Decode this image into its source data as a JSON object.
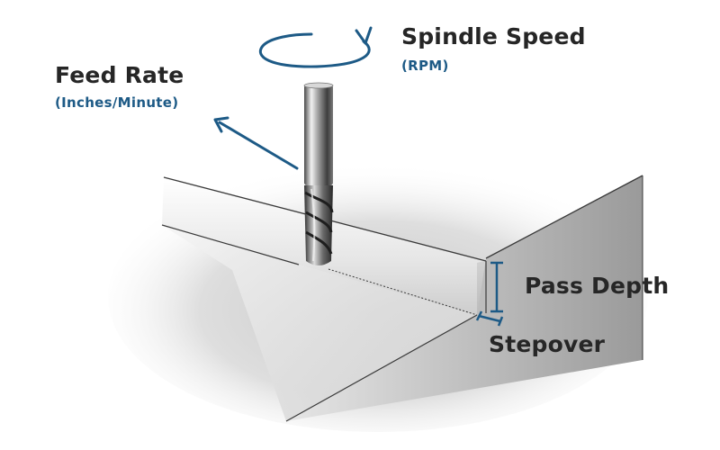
{
  "labels": {
    "spindle_speed": "Spindle Speed",
    "spindle_unit": "(RPM)",
    "feed_rate": "Feed Rate",
    "feed_unit": "(Inches/Minute)",
    "pass_depth": "Pass Depth",
    "stepover": "Stepover"
  },
  "colors": {
    "accent": "#1d5a86",
    "label_text": "#262626",
    "background": "#ffffff"
  },
  "icons": {
    "rotation": "curved-rotation-arrow",
    "feed_direction": "straight-arrow",
    "dimension": "dimension-bracket"
  }
}
